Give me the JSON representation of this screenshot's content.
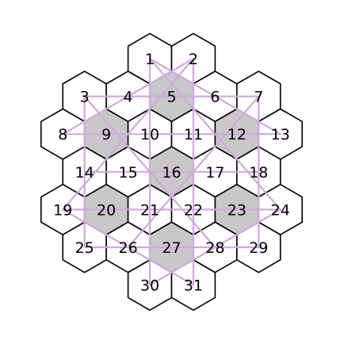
{
  "board": {
    "colors": {
      "background": "#ffffff",
      "cell_fill": "#ffffff",
      "shaded_fill": "#c8c8c8",
      "cell_stroke": "#000000",
      "line_color": "#d2a8df",
      "text_color": "#000000"
    },
    "cells": [
      {
        "label": "1",
        "shaded": false
      },
      {
        "label": "2",
        "shaded": false
      },
      {
        "label": "3",
        "shaded": false
      },
      {
        "label": "4",
        "shaded": false
      },
      {
        "label": "5",
        "shaded": true
      },
      {
        "label": "6",
        "shaded": false
      },
      {
        "label": "7",
        "shaded": false
      },
      {
        "label": "8",
        "shaded": false
      },
      {
        "label": "9",
        "shaded": true
      },
      {
        "label": "10",
        "shaded": false
      },
      {
        "label": "11",
        "shaded": false
      },
      {
        "label": "12",
        "shaded": true
      },
      {
        "label": "13",
        "shaded": false
      },
      {
        "label": "14",
        "shaded": false
      },
      {
        "label": "15",
        "shaded": false
      },
      {
        "label": "16",
        "shaded": true
      },
      {
        "label": "17",
        "shaded": false
      },
      {
        "label": "18",
        "shaded": false
      },
      {
        "label": "19",
        "shaded": false
      },
      {
        "label": "20",
        "shaded": true
      },
      {
        "label": "21",
        "shaded": false
      },
      {
        "label": "22",
        "shaded": false
      },
      {
        "label": "23",
        "shaded": true
      },
      {
        "label": "24",
        "shaded": false
      },
      {
        "label": "25",
        "shaded": false
      },
      {
        "label": "26",
        "shaded": false
      },
      {
        "label": "27",
        "shaded": true
      },
      {
        "label": "28",
        "shaded": false
      },
      {
        "label": "29",
        "shaded": false
      },
      {
        "label": "30",
        "shaded": false
      },
      {
        "label": "31",
        "shaded": false
      }
    ],
    "connections": [
      [
        "3",
        "7"
      ],
      [
        "8",
        "13"
      ],
      [
        "14",
        "18"
      ],
      [
        "19",
        "24"
      ],
      [
        "25",
        "29"
      ],
      [
        "1",
        "30"
      ],
      [
        "2",
        "31"
      ],
      [
        "3",
        "25"
      ],
      [
        "7",
        "29"
      ],
      [
        "1",
        "13"
      ],
      [
        "2",
        "8"
      ],
      [
        "19",
        "31"
      ],
      [
        "24",
        "30"
      ],
      [
        "3",
        "28"
      ],
      [
        "7",
        "26"
      ],
      [
        "1",
        "24"
      ],
      [
        "2",
        "19"
      ]
    ]
  }
}
